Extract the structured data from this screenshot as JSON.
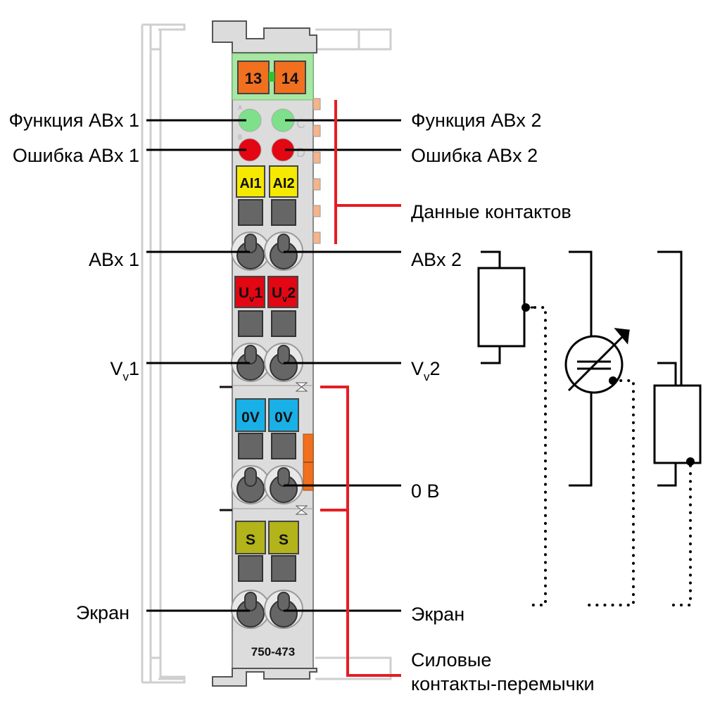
{
  "terminal": {
    "top_numbers": [
      "13",
      "14"
    ],
    "led_letters": [
      "A",
      "C",
      "B",
      "D"
    ],
    "ai_labels": [
      "AI1",
      "AI2"
    ],
    "uv_labels": [
      {
        "main": "U",
        "sub": "v",
        "num": "1"
      },
      {
        "main": "U",
        "sub": "v",
        "num": "2"
      }
    ],
    "zero_v_labels": [
      "0V",
      "0V"
    ],
    "s_labels": [
      "S",
      "S"
    ],
    "model": "750-473"
  },
  "labels": {
    "function_1": "Функция ABх 1",
    "function_2": "Функция ABх 2",
    "error_1": "Ошибка ABх 1",
    "error_2": "Ошибка ABх 2",
    "data_contacts": "Данные контактов",
    "abx_1": "ABх 1",
    "abx_2": "ABх 2",
    "vv1": {
      "main": "V",
      "sub": "v",
      "num": "1"
    },
    "vv2": {
      "main": "V",
      "sub": "v",
      "num": "2"
    },
    "zero_v": "0 В",
    "screen_left": "Экран",
    "screen_right": "Экран",
    "power_line1": "Силовые",
    "power_line2": "контакты-перемычки"
  },
  "colors": {
    "green_led": "#7ee08a",
    "red_led": "#e30613",
    "orange": "#f07020",
    "yellow": "#f5e900",
    "red_marker": "#e30613",
    "blue": "#18b0e6",
    "olive": "#b3b31a",
    "body": "#d9d9d9",
    "bracket_red": "#e31e24"
  }
}
